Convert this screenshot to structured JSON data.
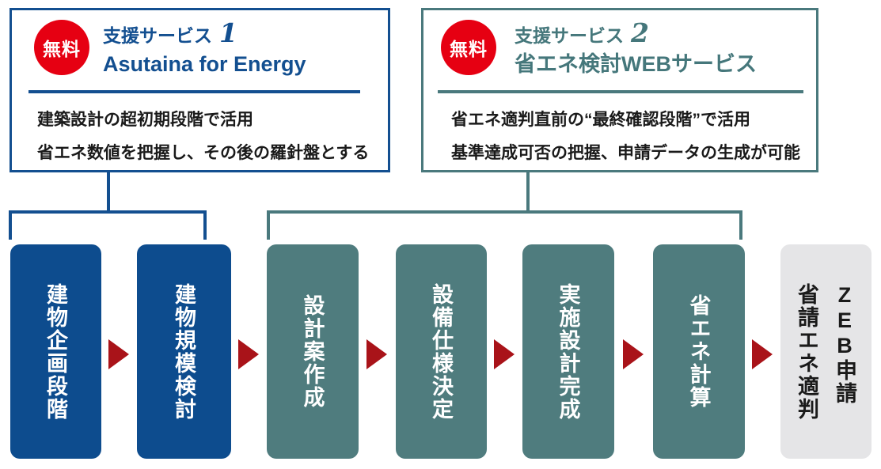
{
  "services": [
    {
      "badge": "無料",
      "title_prefix": "支援サービス",
      "number": "1",
      "name": "Asutaina for Energy",
      "desc_line1": "建築設計の超初期段階で活用",
      "desc_line2": "省エネ数値を把握し、その後の羅針盤とする"
    },
    {
      "badge": "無料",
      "title_prefix": "支援サービス",
      "number": "2",
      "name": "省エネ検討WEBサービス",
      "desc_line1": "省エネ適判直前の“最終確認段階”で活用",
      "desc_line2": "基準達成可否の把握、申請データの生成が可能"
    }
  ],
  "steps": [
    {
      "label": "建物企画段階"
    },
    {
      "label": "建物規模検討"
    },
    {
      "label": "設計案作成"
    },
    {
      "label": "設備仕様決定"
    },
    {
      "label": "実施設計完成"
    },
    {
      "label": "省エネ計算"
    },
    {
      "columns": [
        "ZEB申請",
        "省請エネ適判"
      ]
    }
  ],
  "colors": {
    "blue_box": "#0d4c8e",
    "blue_accent": "#134f90",
    "teal_box": "#4f7c7e",
    "teal_accent": "#4a797d",
    "badge_red": "#e60012",
    "arrow_red": "#a91319",
    "gray_box": "#e5e5e7",
    "text_dark": "#1a1a1a"
  }
}
